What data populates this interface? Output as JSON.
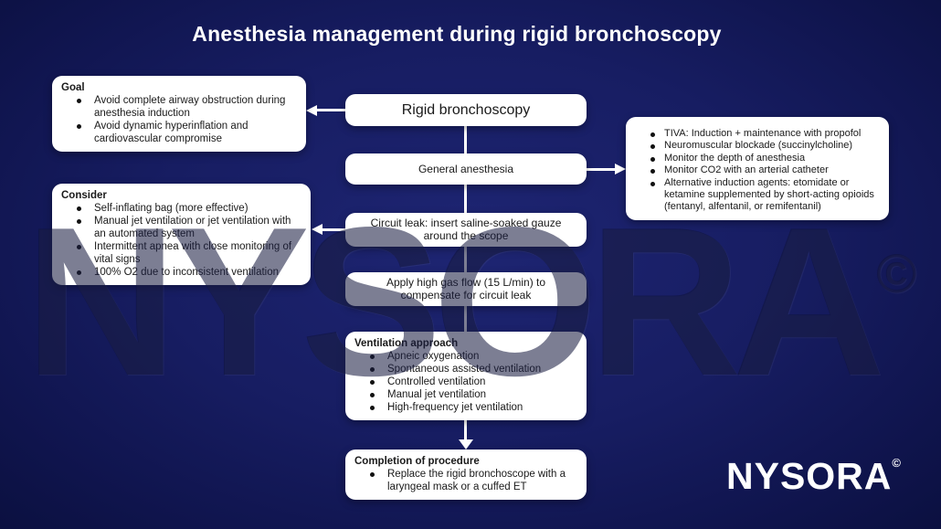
{
  "title": "Anesthesia management during rigid bronchoscopy",
  "watermark": {
    "text": "NYSORA",
    "mark": "©"
  },
  "logo": {
    "text": "NYSORA",
    "mark": "©"
  },
  "colors": {
    "background": "#171d62",
    "background_edge": "#0b1040",
    "box_bg": "#ffffff",
    "box_text": "#1a1a1a",
    "title_text": "#ffffff",
    "arrow": "#ffffff"
  },
  "boxes": {
    "rigid": {
      "label": "Rigid bronchoscopy"
    },
    "general": {
      "label": "General anesthesia"
    },
    "circuit_leak": {
      "label": "Circuit leak: insert saline-soaked gauze around the scope"
    },
    "gas_flow": {
      "label": "Apply high gas flow (15 L/min) to compensate for circuit leak"
    },
    "ventilation": {
      "title": "Ventilation approach",
      "bullets": [
        "Apneic oxygenation",
        "Spontaneous assisted ventilation",
        "Controlled ventilation",
        "Manual jet ventilation",
        "High-frequency jet ventilation"
      ]
    },
    "completion": {
      "title": "Completion of procedure",
      "bullets": [
        "Replace the rigid bronchoscope with a laryngeal mask or a cuffed ET"
      ]
    },
    "goal": {
      "title": "Goal",
      "bullets": [
        "Avoid complete airway obstruction during anesthesia induction",
        "Avoid dynamic hyperinflation and cardiovascular compromise"
      ]
    },
    "consider": {
      "title": "Consider",
      "bullets": [
        "Self-inflating bag (more effective)",
        "Manual jet ventilation or jet ventilation with an automated system",
        "Intermittent apnea with close monitoring of vital signs",
        "100% O2 due to inconsistent ventilation"
      ]
    },
    "tiva": {
      "bullets": [
        "TIVA: Induction + maintenance with propofol",
        "Neuromuscular blockade (succinylcholine)",
        "Monitor the depth of anesthesia",
        "Monitor CO2 with an arterial catheter",
        "Alternative induction agents: etomidate or ketamine supplemented by short-acting opioids (fentanyl, alfentanil, or remifentanil)"
      ]
    }
  }
}
